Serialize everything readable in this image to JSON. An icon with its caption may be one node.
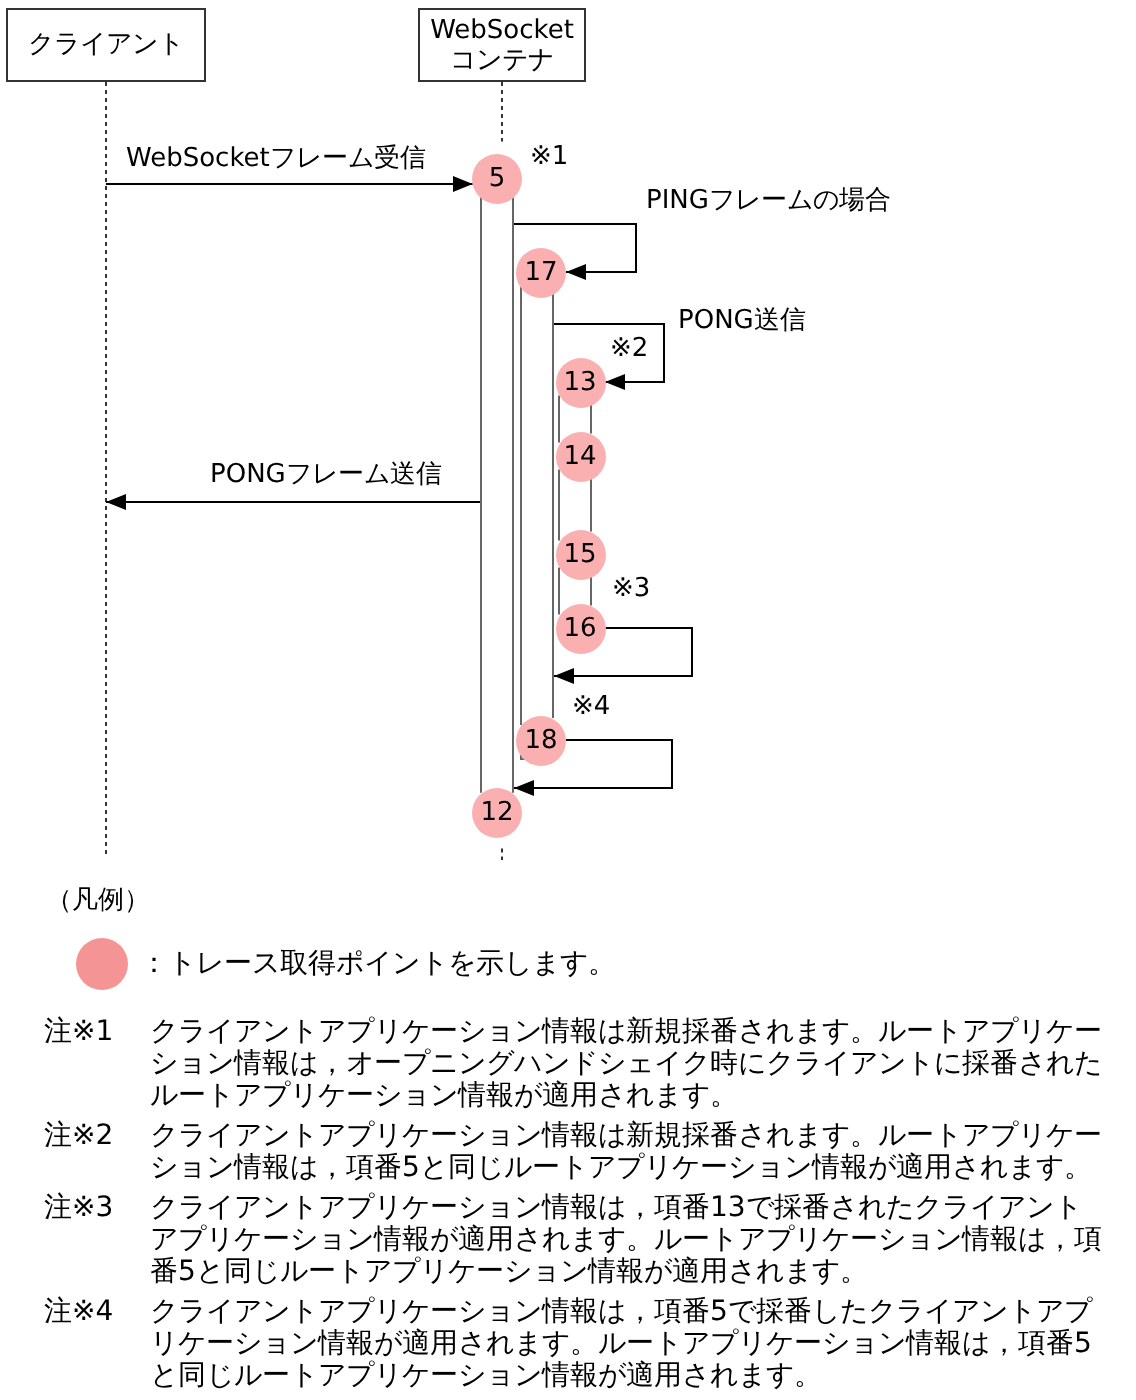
{
  "diagram": {
    "nodes": [
      {
        "text": [
          "クライアント"
        ]
      },
      {
        "text": [
          "WebSocketコンテナ"
        ]
      },
      {
        "text": [],
        "shape": "bar"
      },
      {
        "text": [],
        "shape": "bar"
      },
      {
        "text": [],
        "shape": "bar"
      },
      {
        "text": [
          "5"
        ],
        "beside": [
          "※1"
        ]
      },
      {
        "text": [
          "17"
        ]
      },
      {
        "text": [
          "13"
        ],
        "beside": [
          "※2"
        ]
      },
      {
        "text": [
          "14"
        ]
      },
      {
        "text": [
          "15"
        ]
      },
      {
        "text": [
          "16"
        ],
        "beside": [
          "※3"
        ]
      },
      {
        "text": [
          "18"
        ],
        "beside": [
          "※4"
        ]
      },
      {
        "text": [
          "12"
        ]
      }
    ],
    "edges": [
      {
        "from": 0,
        "to": 5,
        "arrow": "to",
        "label": "WebSocketフレーム受信"
      },
      {
        "from": 2,
        "to": 6,
        "arrow": "to",
        "label": "PINGフレームの場合"
      },
      {
        "from": 3,
        "to": 7,
        "arrow": "to",
        "label": "PONG送信"
      },
      {
        "from": 2,
        "to": 0,
        "arrow": "to",
        "label": "PONGフレーム送信"
      },
      {
        "from": 10,
        "to": 3,
        "arrow": "to"
      },
      {
        "from": 11,
        "to": 2,
        "arrow": "to"
      }
    ],
    "labels": [
      "（凡例）",
      "注※1",
      "クライアントアプリケーション情報は新規採番されます。ルートアプリケーション情報は，オープニングハンドシェイク時にクライアントに採番されたルートアプリケーション情報が適用されます。",
      "注※2",
      "クライアントアプリケーション情報は新規採番されます。ルートアプリケーション情報は，項番5と同じルートアプリケーション情報が適用されます。",
      "注※3",
      "クライアントアプリケーション情報は，項番13で採番されたクライアントアプリケーション情報が適用されます。ルートアプリケーション情報は，項番5と同じルートアプリケーション情報が適用されます。",
      "注※4",
      "クライアントアプリケーション情報は，項番5で採番したクライアントアプリケーション情報が適用されます。ルートアプリケーション情報は，項番5と同じルートアプリケーション情報が適用されます。"
    ],
    "legend": [
      {
        "text": "：トレース取得ポイントを示します。",
        "color": "#f59494"
      }
    ]
  }
}
